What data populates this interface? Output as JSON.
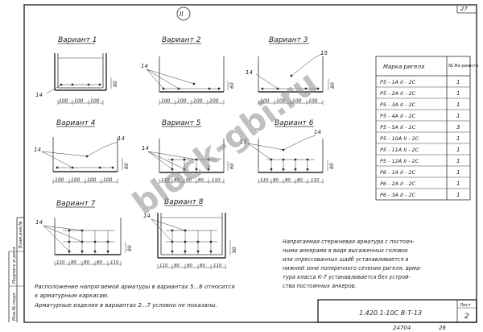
{
  "sheet_no": "27",
  "section_mark": "II",
  "variants": {
    "v1": {
      "title": "Вариант 1",
      "callout": "14",
      "side_dim": "80",
      "dims": [
        "100",
        "100",
        "100"
      ]
    },
    "v2": {
      "title": "Вариант 2",
      "callout": "14",
      "side_dim": "60",
      "dims": [
        "100",
        "100",
        "100",
        "100"
      ]
    },
    "v3": {
      "title": "Вариант 3",
      "callout_top": "15",
      "callout": "14",
      "side_dim": "80",
      "dims": [
        "100",
        "100",
        "100",
        "100"
      ]
    },
    "v4": {
      "title": "Вариант 4",
      "callout": "14",
      "callout_right": "14",
      "side_dim": "80",
      "dims": [
        "100",
        "100",
        "100",
        "100"
      ]
    },
    "v5": {
      "title": "Вариант 5",
      "callout": "14",
      "side_dim": "60",
      "dims": [
        "110",
        "80",
        "80",
        "80",
        "110"
      ]
    },
    "v6": {
      "title": "Вариант 6",
      "callout_top": "14",
      "callout": "15",
      "side_dim": "80",
      "dims": [
        "110",
        "80",
        "80",
        "80",
        "110"
      ]
    },
    "v7": {
      "title": "Вариант 7",
      "callout": "14",
      "side_dim": "80",
      "dims": [
        "110",
        "80",
        "80",
        "80",
        "110"
      ]
    },
    "v8": {
      "title": "Вариант 8",
      "callout": "14",
      "side_dim": "90",
      "dims": [
        "110",
        "80",
        "80",
        "80",
        "110"
      ]
    }
  },
  "table": {
    "header_mark": "Марка ригеля",
    "header_variant": "№ Ва-рианта",
    "rows": [
      {
        "mark": "Р5 - 1А II - 2С",
        "variant": "1"
      },
      {
        "mark": "Р5 - 2А II - 2С",
        "variant": "1"
      },
      {
        "mark": "Р5 - 3А II - 2С",
        "variant": "1"
      },
      {
        "mark": "Р5 - 4А II - 2С",
        "variant": "1"
      },
      {
        "mark": "Р5 - 5А II - 2С",
        "variant": "3"
      },
      {
        "mark": "Р5 - 10А II - 2С",
        "variant": "1"
      },
      {
        "mark": "Р5 - 11А II - 2С",
        "variant": "1"
      },
      {
        "mark": "Р5 - 12А II - 2С",
        "variant": "1"
      },
      {
        "mark": "Р6 - 1А II - 2С",
        "variant": "1"
      },
      {
        "mark": "Р6 - 2А II - 2С",
        "variant": "1"
      },
      {
        "mark": "Р6 - 3А II - 2С",
        "variant": "1"
      }
    ]
  },
  "note_right": [
    "Напрягаемая стержневая арматура с постоян-",
    "ными анкерами в виде высаженных головок",
    "или опрессованных шайб устанавливается в",
    "нижней зоне поперечного сечения ригеля, арма-",
    "тура класса К-7 устанавливается без устрой-",
    "ства постоянных анкеров."
  ],
  "note_bottom": [
    "Расположение напрягаемой арматуры в вариантах 5...8 относится",
    "к арматурным каркасам.",
    "Арматурные изделия в вариантах 2...7 условно не показаны."
  ],
  "stamp": {
    "code": "1.420.1-10С В-Т-13",
    "sheet_label": "Лист",
    "sheet_value": "2",
    "footer_left": "24704",
    "footer_right": "26"
  },
  "side_labels": [
    "Инв.№ подл.",
    "Подпись и дата",
    "Взам.инв.№"
  ],
  "watermark": "block-gbi.ru"
}
